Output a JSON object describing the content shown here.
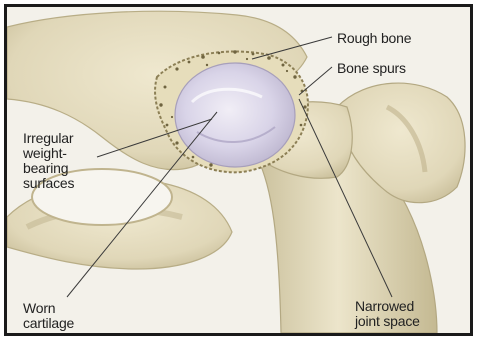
{
  "labels": {
    "rough_bone": "Rough bone",
    "bone_spurs": "Bone spurs",
    "irregular_surfaces": "Irregular\nweight-\nbearing\nsurfaces",
    "worn_cartilage": "Worn\ncartilage",
    "narrowed_joint_space": "Narrowed\njoint space"
  },
  "colors": {
    "bone": "#e4dcbf",
    "bone_shadow": "#c9bf9c",
    "cartilage": "#d8d4e6",
    "leader_line": "#3a3a3a"
  }
}
